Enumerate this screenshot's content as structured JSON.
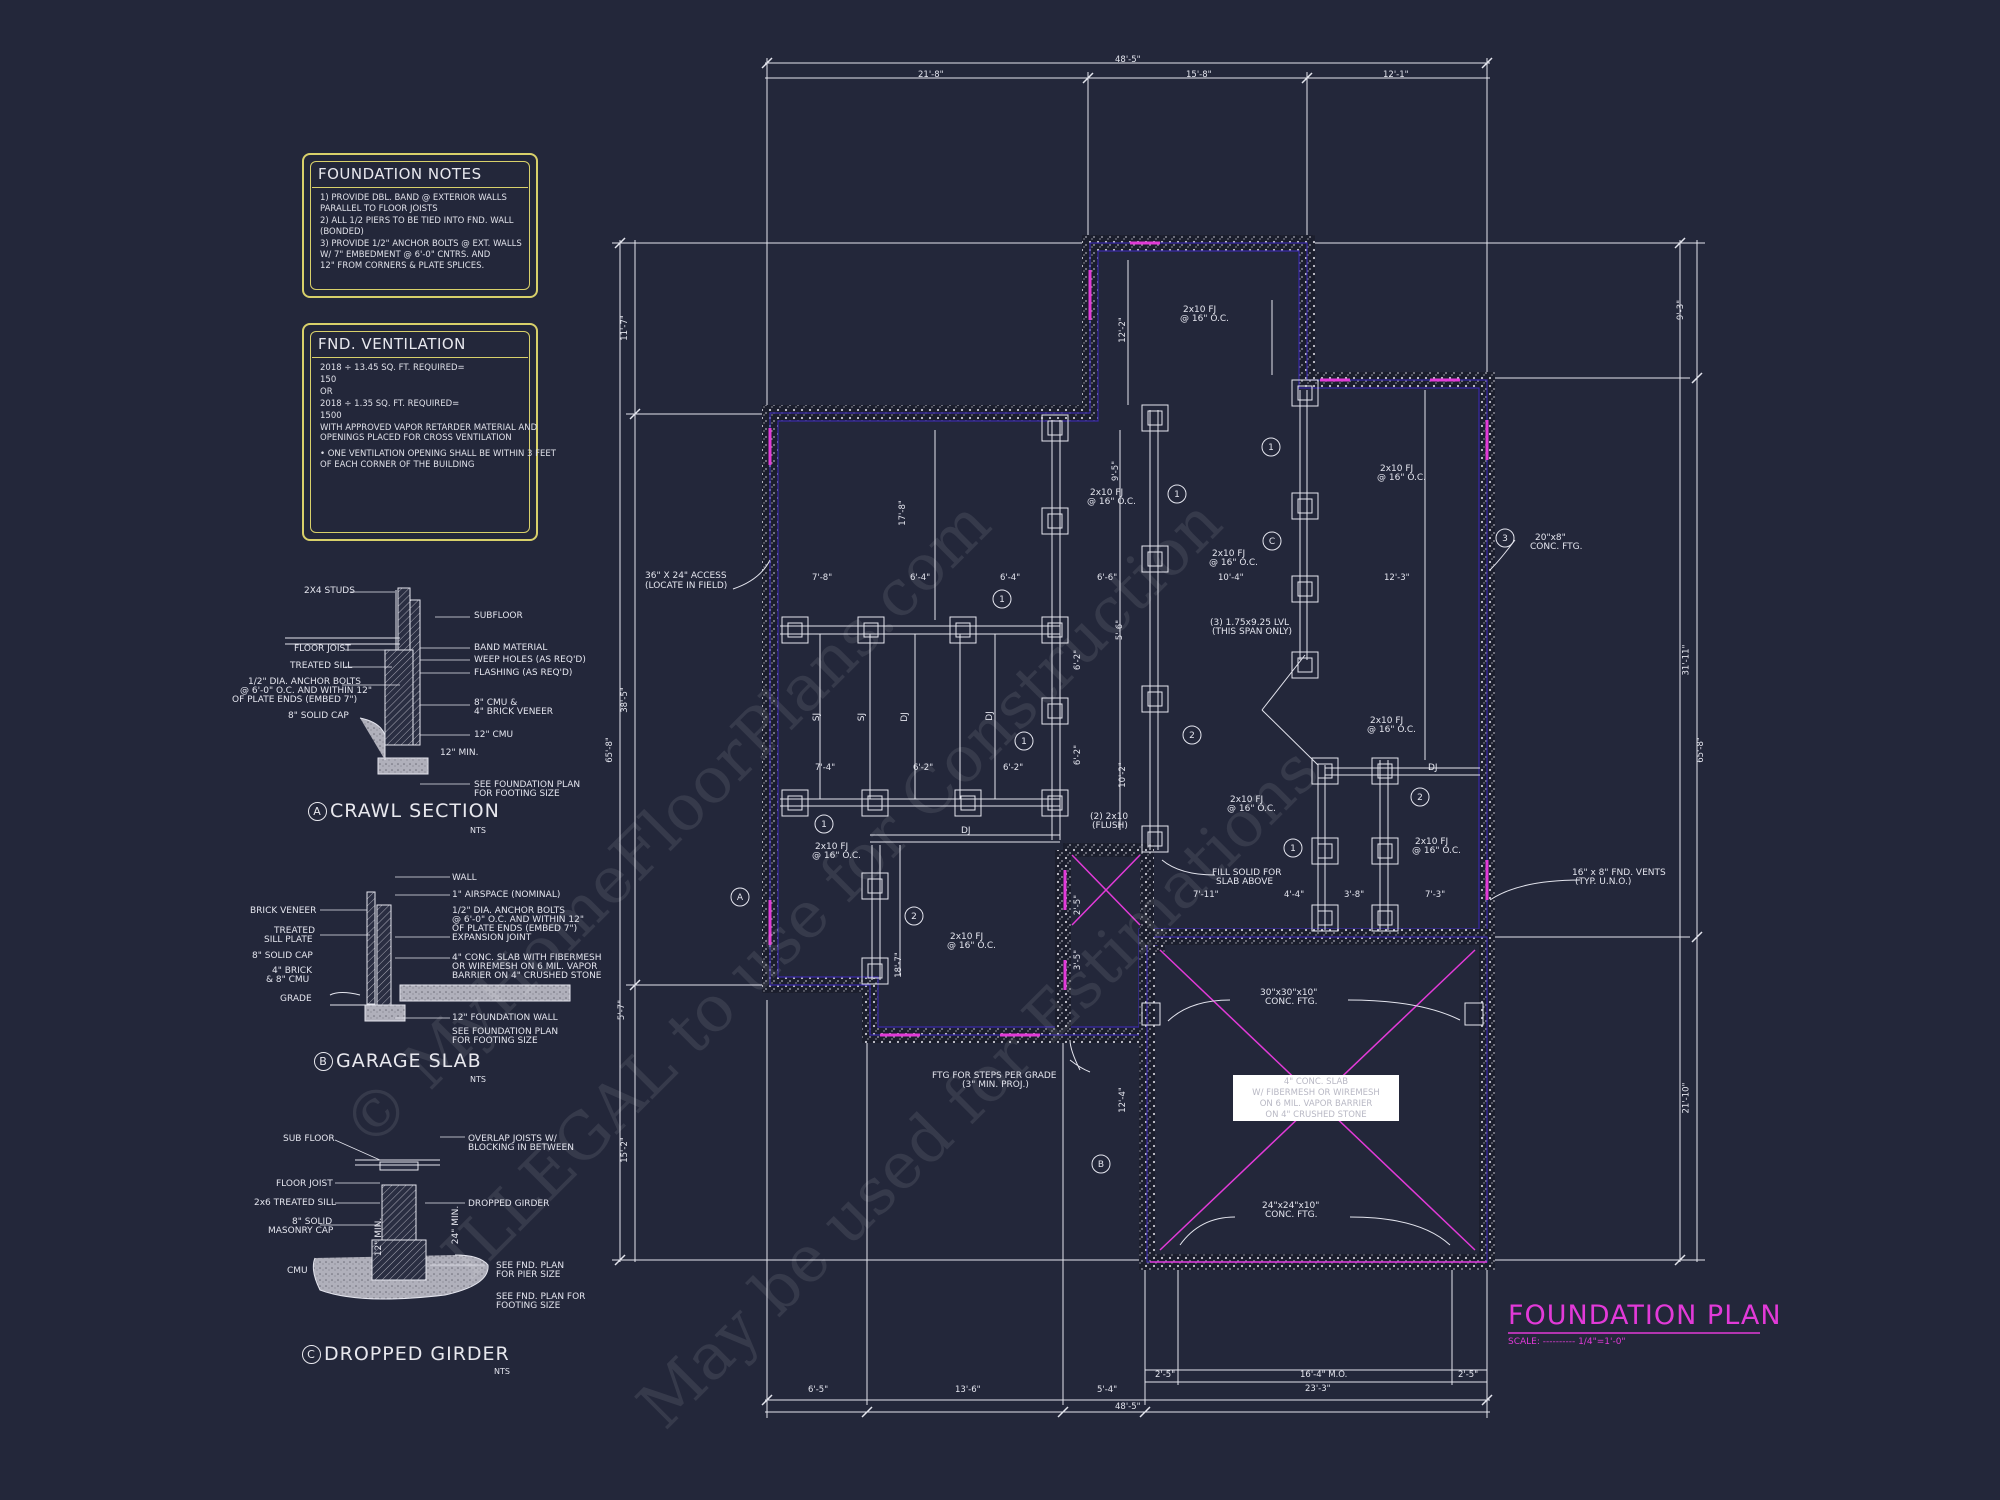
{
  "notes": {
    "foundation": {
      "title": "FOUNDATION NOTES",
      "lines": [
        "1) PROVIDE DBL. BAND @ EXTERIOR WALLS",
        "   PARALLEL TO FLOOR JOISTS",
        "2) ALL 1/2 PIERS TO BE TIED INTO FND. WALL",
        "   (BONDED)",
        "3) PROVIDE 1/2\" ANCHOR BOLTS @ EXT. WALLS",
        "   W/ 7\" EMBEDMENT @ 6'-0\" CNTRS. AND",
        "   12\" FROM CORNERS & PLATE SPLICES."
      ]
    },
    "ventilation": {
      "title": "FND. VENTILATION",
      "lines": [
        "2018 ÷ 13.45 SQ. FT. REQUIRED=",
        "150",
        "        OR",
        "2018 ÷ 1.35 SQ. FT. REQUIRED=",
        "1500",
        "WITH APPROVED VAPOR RETARDER MATERIAL AND",
        "OPENINGS PLACED FOR CROSS VENTILATION",
        "",
        "• ONE VENTILATION OPENING SHALL BE WITHIN 3 FEET",
        "  OF EACH CORNER OF THE BUILDING"
      ]
    }
  },
  "details": {
    "crawl": {
      "letter": "A",
      "title": "CRAWL SECTION",
      "nts": "NTS",
      "labels": [
        "2X4 STUDS",
        "SUBFLOOR",
        "FLOOR JOIST",
        "TREATED SILL",
        "1/2\" DIA. ANCHOR BOLTS",
        "@ 6'-0\" O.C. AND WITHIN 12\"",
        "OF PLATE ENDS (EMBED 7\")",
        "8\" SOLID CAP",
        "BAND MATERIAL",
        "WEEP HOLES (AS REQ'D)",
        "FLASHING (AS REQ'D)",
        "8\" CMU &",
        "4\" BRICK VENEER",
        "12\" CMU",
        "12\" MIN.",
        "SEE FOUNDATION PLAN",
        "FOR FOOTING SIZE"
      ]
    },
    "garage": {
      "letter": "B",
      "title": "GARAGE SLAB",
      "nts": "NTS",
      "labels": [
        "WALL",
        "BRICK VENEER",
        "1\" AIRSPACE (NOMINAL)",
        "1/2\" DIA. ANCHOR BOLTS",
        "@ 6'-0\" O.C. AND WITHIN 12\"",
        "OF PLATE ENDS (EMBED 7\")",
        "TREATED",
        "SILL PLATE",
        "EXPANSION JOINT",
        "8\" SOLID CAP",
        "4\" CONC. SLAB WITH FIBERMESH",
        "OR WIREMESH ON 6 MIL. VAPOR",
        "BARRIER ON 4\" CRUSHED STONE",
        "4\" BRICK",
        "& 8\" CMU",
        "GRADE",
        "12\" FOUNDATION WALL",
        "SEE FOUNDATION PLAN",
        "FOR FOOTING SIZE"
      ]
    },
    "girder": {
      "letter": "C",
      "title": "DROPPED GIRDER",
      "nts": "NTS",
      "labels": [
        "SUB FLOOR",
        "OVERLAP JOISTS W/",
        "BLOCKING IN BETWEEN",
        "FLOOR JOIST",
        "2x6 TREATED SILL",
        "8\" SOLID",
        "MASONRY CAP",
        "DROPPED GIRDER",
        "12\" MIN.",
        "24\" MIN.",
        "CMU",
        "SEE FND. PLAN",
        "FOR PIER SIZE",
        "SEE FND. PLAN FOR",
        "FOOTING SIZE"
      ]
    }
  },
  "plan": {
    "title": "FOUNDATION PLAN",
    "scale": "SCALE: ---------- 1/4\"=1'-0\"",
    "dims_top": [
      "48'-5\"",
      "21'-8\"",
      "15'-8\"",
      "12'-1\""
    ],
    "dims_bottom": [
      "6'-5\"",
      "13'-6\"",
      "5'-4\"",
      "48'-5\"",
      "2'-5\"",
      "16'-4\" M.O.",
      "2'-5\"",
      "23'-3\""
    ],
    "dims_left": [
      "11'-7\"",
      "38'-5\"",
      "65'-8\"",
      "5'-7\"",
      "15'-2\""
    ],
    "dims_right": [
      "9'-3\"",
      "31'-11\"",
      "65'-8\"",
      "21'-10\""
    ],
    "dims_inner": [
      "7'-8\"",
      "6'-4\"",
      "6'-4\"",
      "7'-4\"",
      "6'-2\"",
      "6'-2\"",
      "6'-6\"",
      "10'-4\"",
      "12'-3\"",
      "12'-2\"",
      "9'-5\"",
      "6'-2\"",
      "6'-2\"",
      "5'-6\"",
      "10'-2\"",
      "7'-11\"",
      "4'-4\"",
      "3'-8\"",
      "7'-3\"",
      "18'-7\"",
      "2'-5\"",
      "3'-5\"",
      "17'-8\"",
      "12'-4\""
    ],
    "labels": [
      "36\" X 24\" ACCESS",
      "(LOCATE IN FIELD)",
      "2x10 FJ",
      "@ 16\" O.C.",
      "(3) 1.75x9.25 LVL",
      "(THIS SPAN ONLY)",
      "(2) 2x10",
      "(FLUSH)",
      "FILL SOLID FOR",
      "SLAB ABOVE",
      "20\"x8\"",
      "CONC. FTG.",
      "16\" x 8\" FND. VENTS",
      "(TYP. U.N.O.)",
      "30\"x30\"x10\"",
      "CONC. FTG.",
      "24\"x24\"x10\"",
      "CONC. FTG.",
      "FTG FOR STEPS PER GRADE",
      "(3\" MIN. PROJ.)",
      "DJ",
      "DJ",
      "DJ",
      "DJ",
      "SJ",
      "SJ"
    ],
    "slab_note": [
      "4\" CONC. SLAB",
      "W/ FIBERMESH OR WIREMESH",
      "ON 6 MIL. VAPOR BARRIER",
      "ON 4\" CRUSHED STONE"
    ],
    "callouts": [
      "1",
      "2",
      "3",
      "A",
      "B",
      "C"
    ]
  },
  "watermark": [
    "© MyHomeFloorPlans.com",
    "ILLEGAL to use for Construction",
    "May be used for Estimations"
  ],
  "colors": {
    "background": "#23273a",
    "lines": "#e4e5ee",
    "accent": "#e23ad8",
    "notes_border": "#d8d06a",
    "wall_fill": "#8a8a96"
  }
}
